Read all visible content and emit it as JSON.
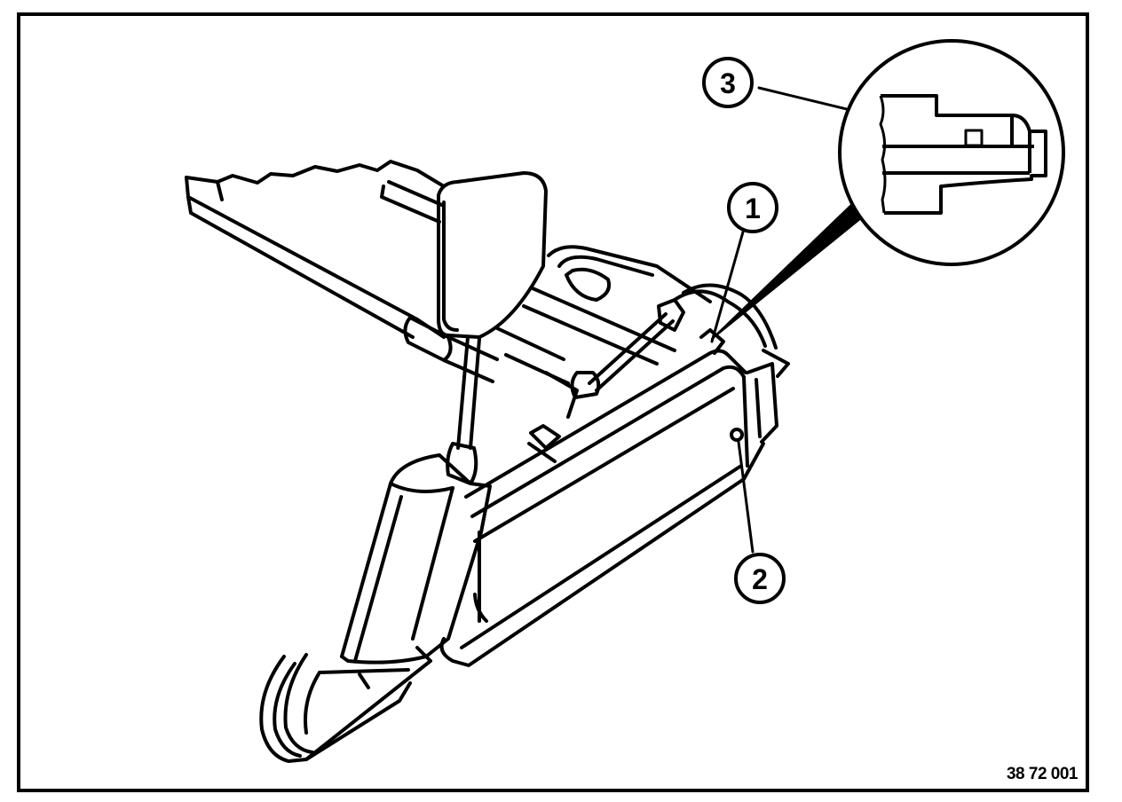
{
  "figure": {
    "callouts": {
      "one": "1",
      "two": "2",
      "three": "3"
    },
    "figure_code": "38 72 001"
  },
  "colors": {
    "ink": "#000000",
    "paper": "#ffffff"
  }
}
